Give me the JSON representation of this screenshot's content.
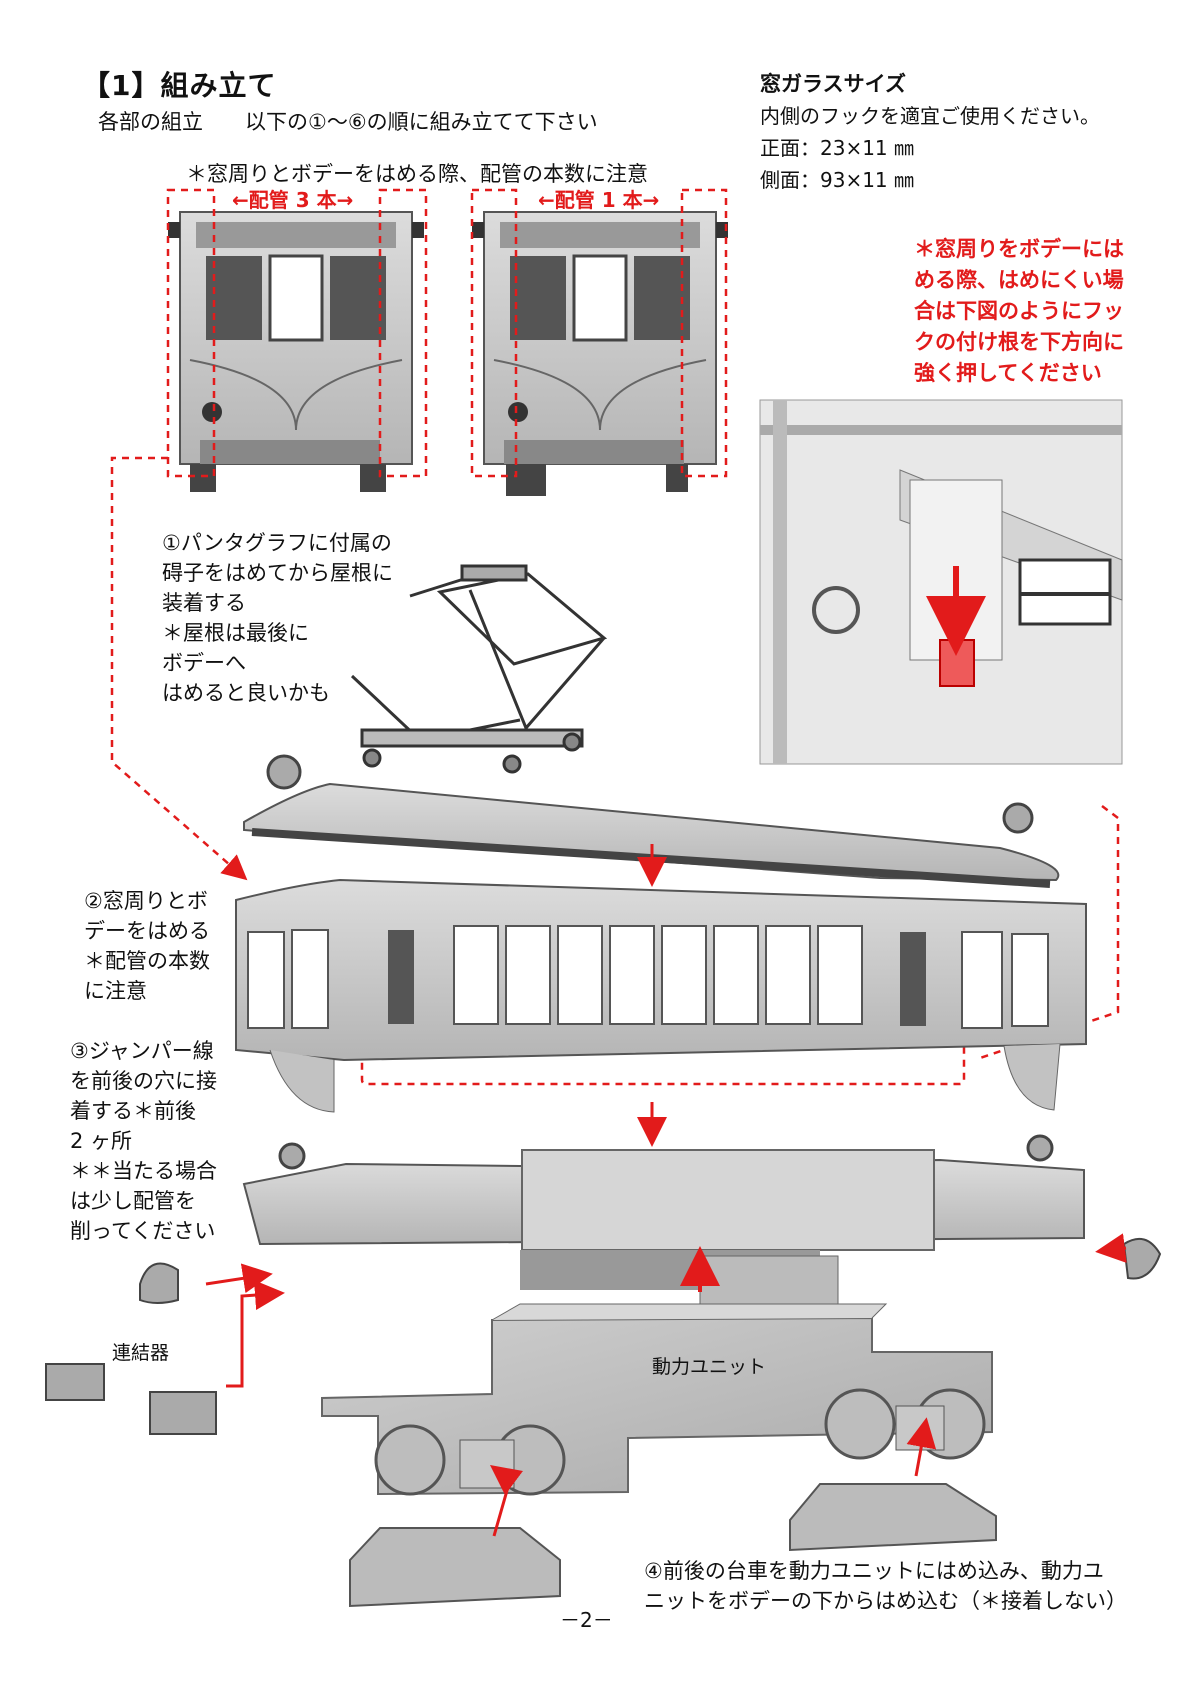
{
  "header": {
    "title": "【1】組み立て",
    "subtitle": "各部の組立　　以下の①～⑥の順に組み立てて下さい",
    "pipe_note": "＊窓周りとボデーをはめる際、配管の本数に注意",
    "pipe_left": "←配管 3 本→",
    "pipe_right": "←配管 1 本→"
  },
  "glass": {
    "title": "窓ガラスサイズ",
    "desc": "内側のフックを適宜ご使用ください。",
    "front": "正面：23×11 ㎜",
    "side": "側面：93×11 ㎜"
  },
  "hook_note": [
    "＊窓周りをボデーには",
    "める際、はめにくい場",
    "合は下図のようにフッ",
    "クの付け根を下方向に",
    "強く押してください"
  ],
  "steps": {
    "s1": [
      "①パンタグラフに付属の",
      "碍子をはめてから屋根に",
      "装着する",
      "＊屋根は最後に",
      "ボデーへ",
      "はめると良いかも"
    ],
    "s2": [
      "②窓周りとボ",
      "デーをはめる",
      "＊配管の本数",
      "に注意"
    ],
    "s3": [
      "③ジャンパー線",
      "を前後の穴に接",
      "着する＊前後",
      "2 ヶ所",
      "＊＊当たる場合",
      "は少し配管を",
      "削ってください"
    ],
    "s4": [
      "④前後の台車を動力ユニットにはめ込み、動力ユ",
      "ニットをボデーの下からはめ込む（＊接着しない）"
    ]
  },
  "labels": {
    "coupler": "連結器",
    "power_unit": "動力ユニット"
  },
  "page_number": "－2－",
  "colors": {
    "accent_red": "#e21b1b",
    "part_gray": "#c9c9c9",
    "part_dark": "#777777"
  }
}
